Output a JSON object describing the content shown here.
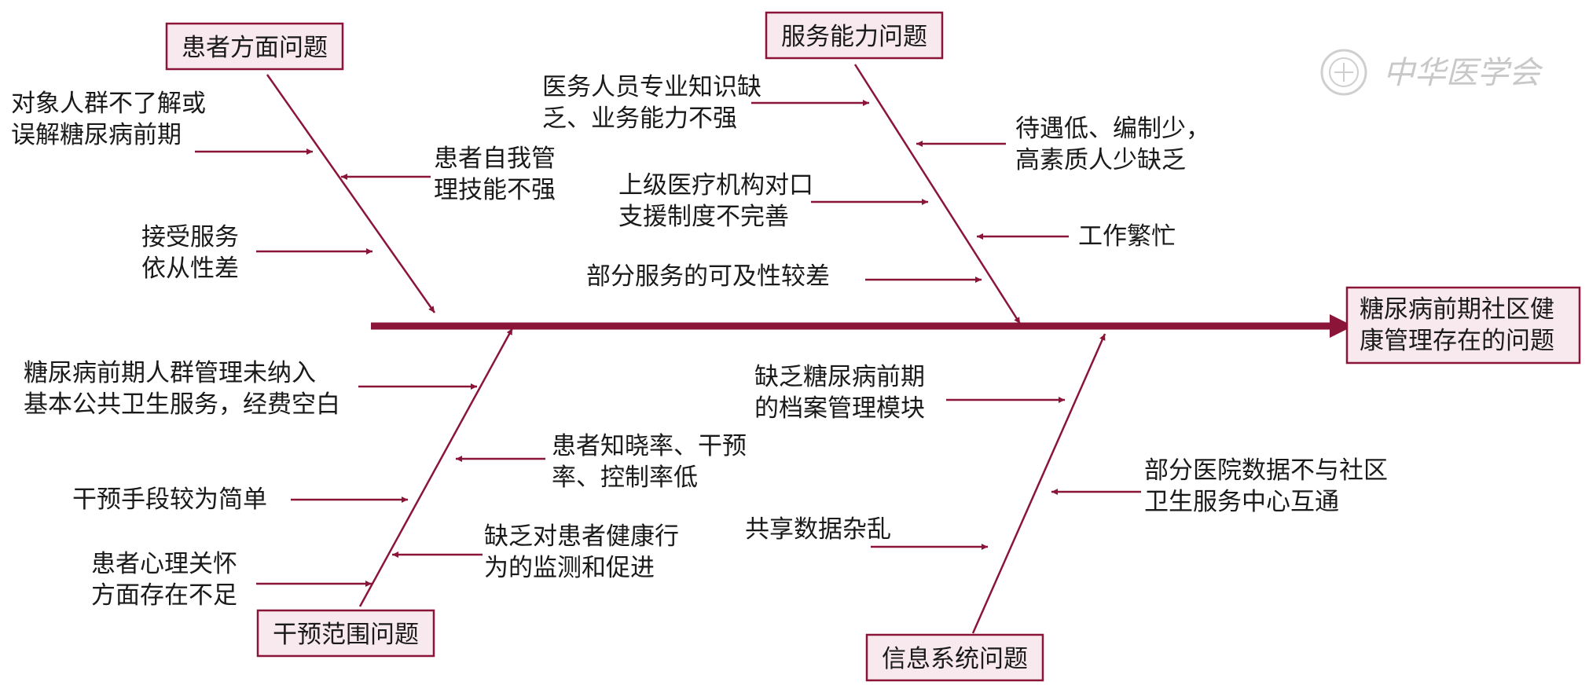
{
  "effect": {
    "line1": "糖尿病前期社区健",
    "line2": "康管理存在的问题"
  },
  "categories": {
    "patient": "患者方面问题",
    "service": "服务能力问题",
    "intervention": "干预范围问题",
    "info": "信息系统问题"
  },
  "causes": {
    "c1": {
      "line1": "对象人群不了解或",
      "line2": "误解糖尿病前期"
    },
    "c2": {
      "line1": "患者自我管",
      "line2": "理技能不强"
    },
    "c3": {
      "line1": "接受服务",
      "line2": "依从性差"
    },
    "c4": {
      "line1": "医务人员专业知识缺",
      "line2": "乏、业务能力不强"
    },
    "c5": {
      "line1": "待遇低、编制少，",
      "line2": "高素质人少缺乏"
    },
    "c6": {
      "line1": "上级医疗机构对口",
      "line2": "支援制度不完善"
    },
    "c7": {
      "line1": "工作繁忙"
    },
    "c8": {
      "line1": "部分服务的可及性较差"
    },
    "c9": {
      "line1": "糖尿病前期人群管理未纳入",
      "line2": "基本公共卫生服务，经费空白"
    },
    "c10": {
      "line1": "患者知晓率、干预",
      "line2": "率、控制率低"
    },
    "c11": {
      "line1": "干预手段较为简单"
    },
    "c12": {
      "line1": "缺乏对患者健康行",
      "line2": "为的监测和促进"
    },
    "c13": {
      "line1": "患者心理关怀",
      "line2": "方面存在不足"
    },
    "c14": {
      "line1": "缺乏糖尿病前期",
      "line2": "的档案管理模块"
    },
    "c15": {
      "line1": "部分医院数据不与社区",
      "line2": "卫生服务中心互通"
    },
    "c16": {
      "line1": "共享数据杂乱"
    }
  },
  "watermark": {
    "text": "中华医学会"
  },
  "colors": {
    "line": "#8a1538",
    "box_fill": "#f7e9ee",
    "box_stroke": "#8a1538",
    "text": "#1a1a1a",
    "watermark": "#c8c8c8"
  }
}
